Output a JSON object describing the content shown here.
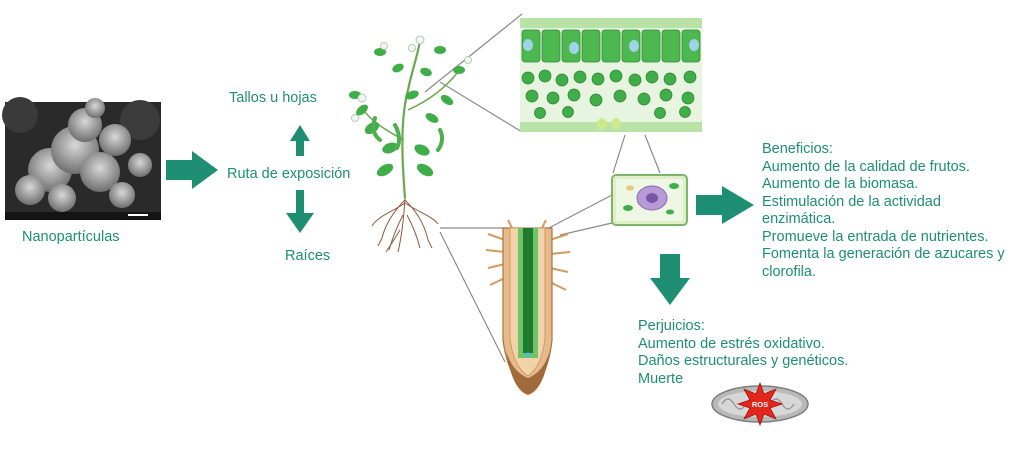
{
  "labels": {
    "nanoparticles": "Nanopartículas",
    "exposure_route": "Ruta de exposición",
    "stems_leaves": "Tallos u hojas",
    "roots": "Raíces",
    "ros": "ROS"
  },
  "benefits": {
    "title": "Beneficios:",
    "items": [
      "Aumento de la calidad de frutos.",
      "Aumento de la biomasa.",
      "Estimulación de la actividad",
      "enzimática.",
      "Promueve la entrada de nutrientes.",
      "Fomenta la generación de azucares y",
      "clorofila."
    ]
  },
  "harms": {
    "title": "Perjuicios:",
    "items": [
      "Aumento de estrés oxidativo.",
      "Daños estructurales y genéticos.",
      "Muerte"
    ]
  },
  "colors": {
    "text": "#1e8f72",
    "arrow": "#1e8f72",
    "leaf_green": "#3fae49",
    "ros_star": "#e1261c"
  }
}
